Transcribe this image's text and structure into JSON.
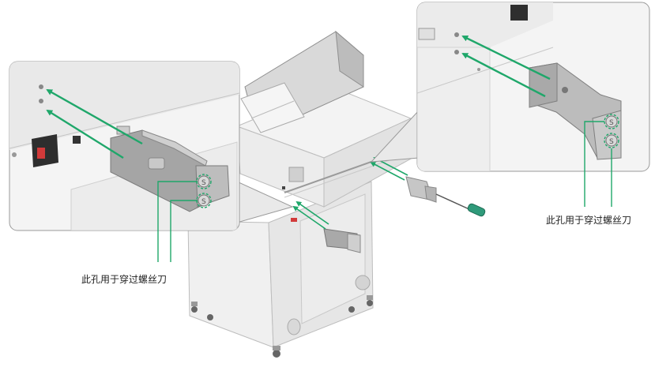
{
  "diagram": {
    "callout_left": "此孔用于穿过螺丝刀",
    "callout_right": "此孔用于穿过螺丝刀",
    "screw_marks": [
      "S",
      "S",
      "S",
      "S"
    ]
  },
  "colors": {
    "arrow_green": "#1fa76a",
    "leader_green": "#1fa76a",
    "machine_body": "#f1f1f1",
    "machine_edge": "#b8b8b8",
    "panel_border": "#9a9a9a",
    "bracket_gray": "#a9a9a9",
    "power_switch_red": "#d23a3a",
    "screwdriver_handle": "#2f9a7a"
  }
}
